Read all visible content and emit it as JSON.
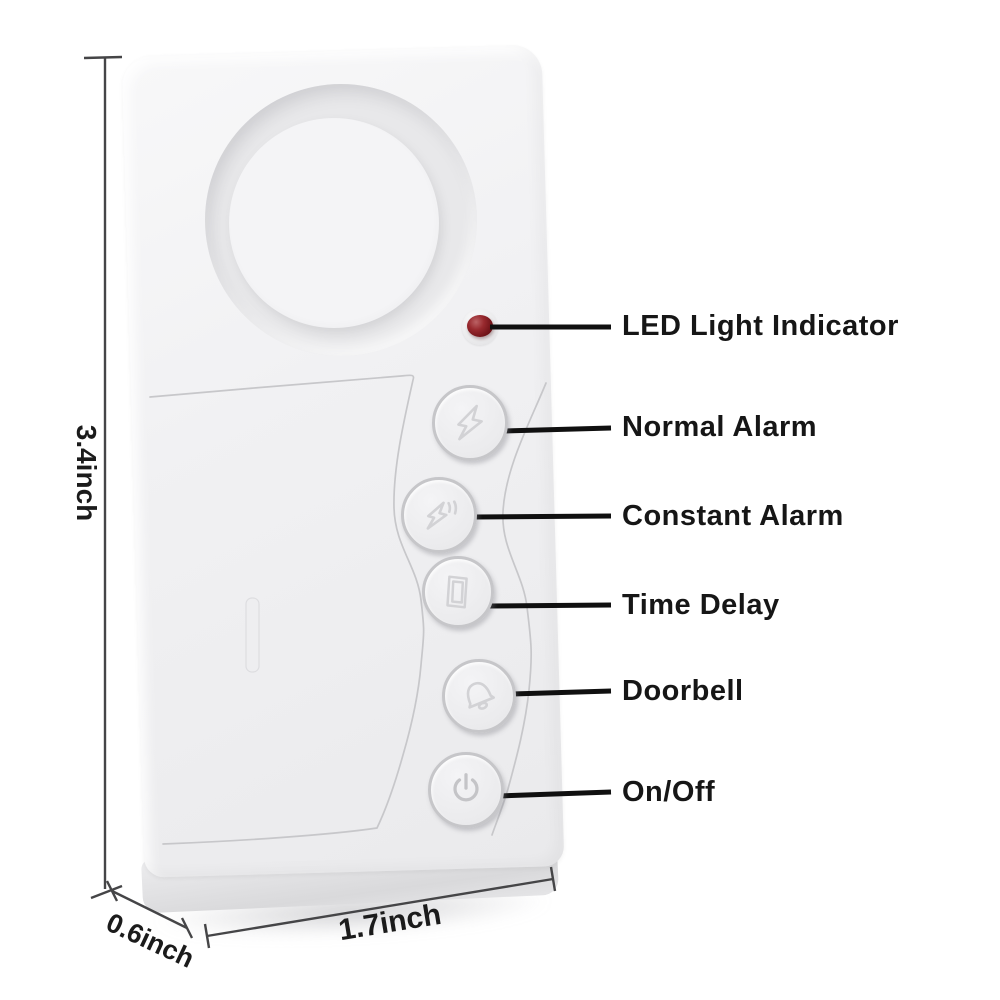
{
  "diagram": {
    "type": "product-annotation-diagram"
  },
  "labels": {
    "led": "LED Light Indicator",
    "normal_alarm": "Normal Alarm",
    "constant_alarm": "Constant Alarm",
    "time_delay": "Time Delay",
    "doorbell": "Doorbell",
    "on_off": "On/Off"
  },
  "dimensions": {
    "height": "3.4inch",
    "depth": "0.6inch",
    "width": "1.7inch"
  },
  "icons": {
    "normal_alarm": "lightning-icon",
    "constant_alarm": "lightning-pulse-icon",
    "time_delay": "door-icon",
    "doorbell": "bell-icon",
    "on_off": "power-icon",
    "led": "led-dot"
  },
  "colors": {
    "led": "#8a1f24",
    "annotation_line": "#101010",
    "dimension_line": "#454547",
    "device_body": "#f0f0f2",
    "background": "#ffffff"
  }
}
